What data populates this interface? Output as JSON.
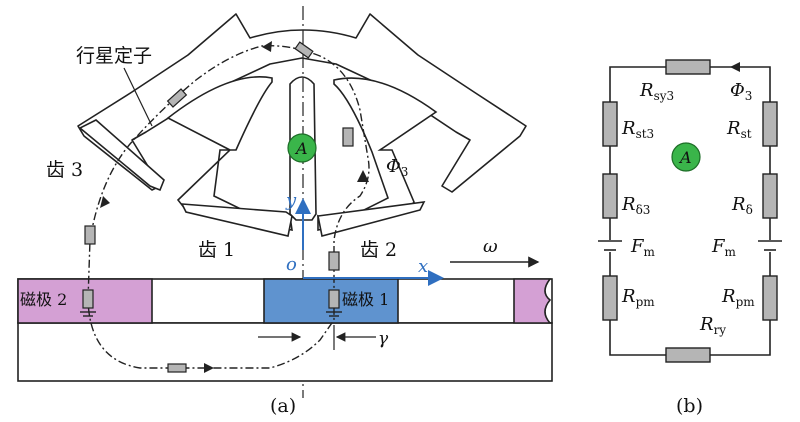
{
  "colors": {
    "stator_fill": "#ffffff",
    "stroke": "#222222",
    "magnet_pink": "#d4a0d4",
    "magnet_blue": "#5f93cf",
    "resistor_grey": "#b5b5b5",
    "node_green": "#3ab54a",
    "axis_blue": "#2f6fc0"
  },
  "panel_a": {
    "stator_label": "行星定子",
    "tooth1": "齿 1",
    "tooth2": "齿 2",
    "tooth3": "齿 3",
    "magnet1": "磁极 1",
    "magnet2": "磁极 2",
    "node": "A",
    "flux": "Φ",
    "flux_sub": "3",
    "axis_y": "y",
    "axis_x": "x",
    "origin": "o",
    "omega": "ω",
    "gamma": "γ",
    "caption": "(a)"
  },
  "panel_b": {
    "node": "A",
    "flux": "Φ",
    "flux_sub": "3",
    "r_sy3": {
      "base": "R",
      "sub": "sy3"
    },
    "r_st3": {
      "base": "R",
      "sub": "st3"
    },
    "r_st": {
      "base": "R",
      "sub": "st"
    },
    "r_d3": {
      "base": "R",
      "sub": "δ3"
    },
    "r_d": {
      "base": "R",
      "sub": "δ"
    },
    "f_m_left": {
      "base": "F",
      "sub": "m"
    },
    "f_m_right": {
      "base": "F",
      "sub": "m"
    },
    "r_pm_left": {
      "base": "R",
      "sub": "pm"
    },
    "r_pm_right": {
      "base": "R",
      "sub": "pm"
    },
    "r_ry": {
      "base": "R",
      "sub": "ry"
    },
    "caption": "(b)"
  }
}
